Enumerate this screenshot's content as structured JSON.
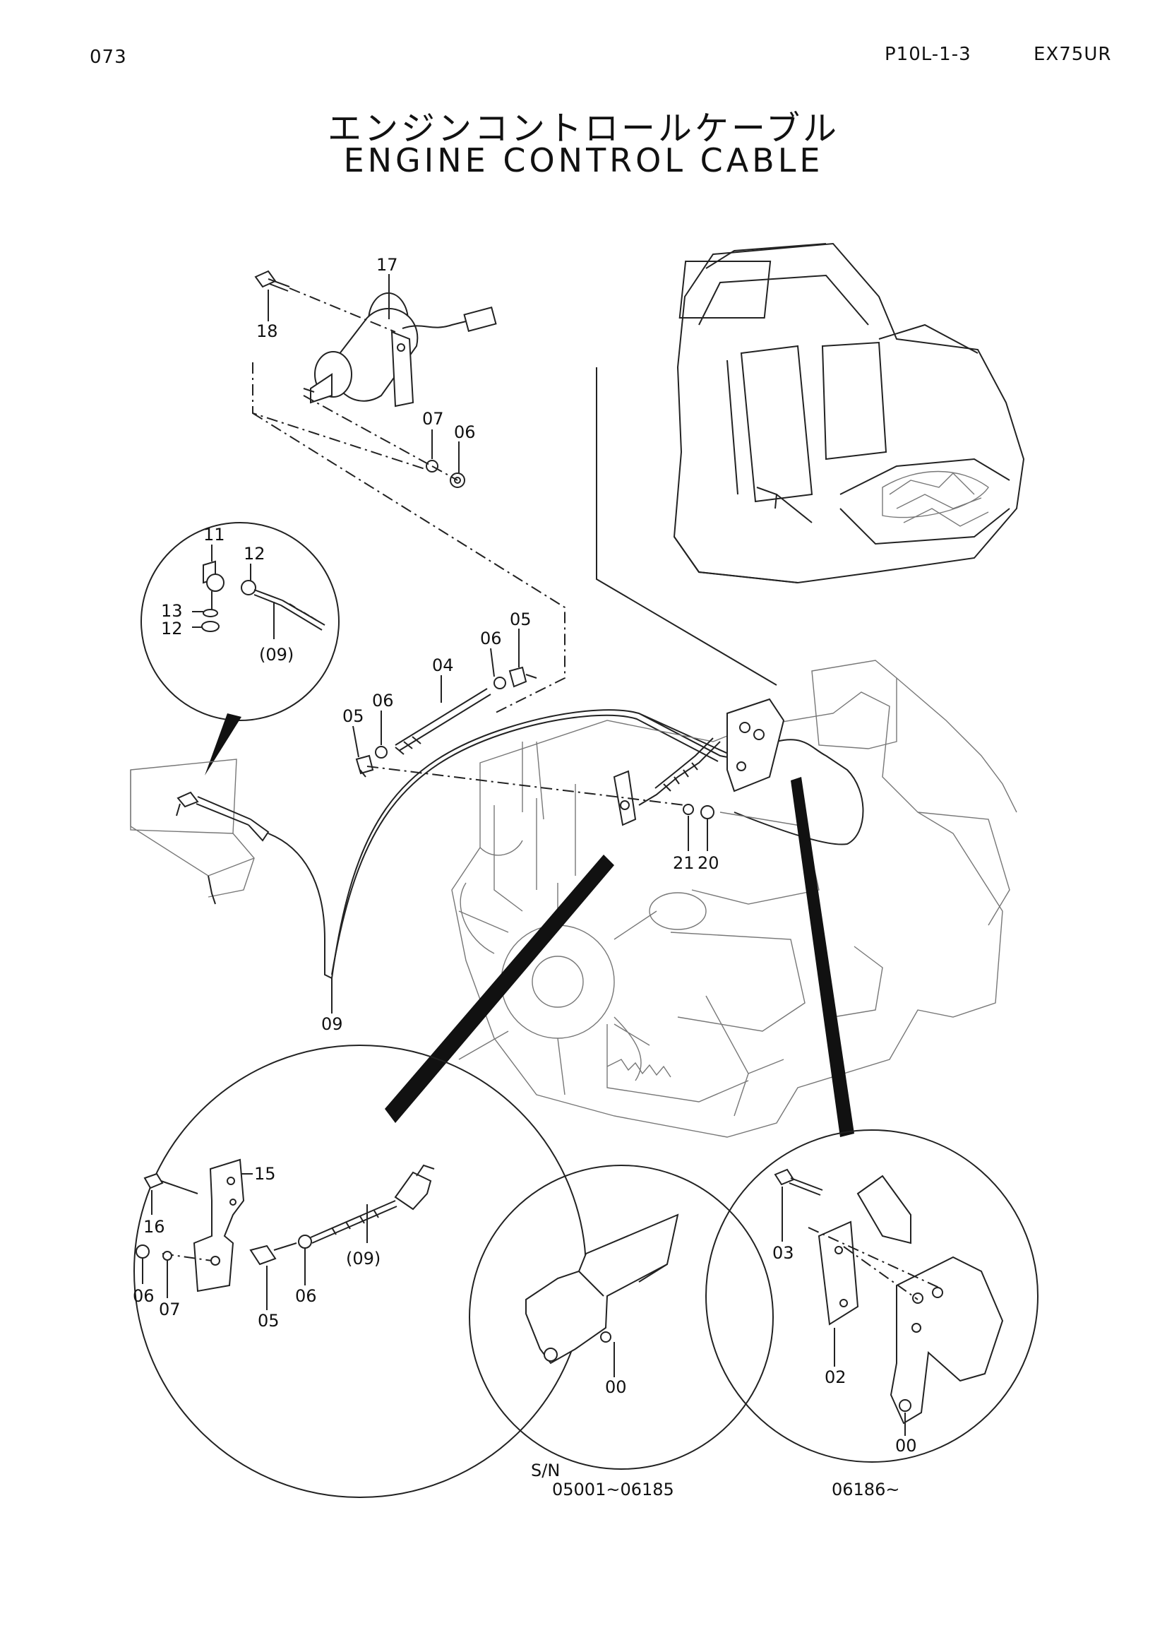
{
  "header": {
    "page_number": "073",
    "page_code": "P10L-1-3",
    "model": "EX75UR"
  },
  "title": {
    "japanese": "エンジンコントロールケーブル",
    "english": "ENGINE CONTROL CABLE"
  },
  "callouts": {
    "c17": "17",
    "c18": "18",
    "c07a": "07",
    "c06a": "06",
    "c11": "11",
    "c12a": "12",
    "c13": "13",
    "c12b": "12",
    "c09a": "(09)",
    "c04": "04",
    "c06b": "06",
    "c05a": "05",
    "c05b": "05",
    "c06c": "06",
    "c21": "21",
    "c20": "20",
    "c09b": "09",
    "c15": "15",
    "c16": "16",
    "c09c": "(09)",
    "c06d": "06",
    "c07b": "07",
    "c05c": "05",
    "c06e": "06",
    "c00a": "00",
    "c03": "03",
    "c02": "02",
    "c00b": "00"
  },
  "serials": {
    "sn_label": "S/N",
    "range_old": "05001~06185",
    "range_new": "06186~"
  }
}
